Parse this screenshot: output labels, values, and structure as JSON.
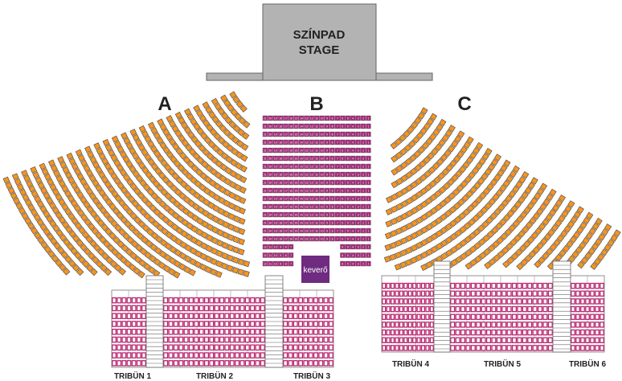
{
  "stage": {
    "line1": "SZÍNPAD",
    "line2": "STAGE"
  },
  "sections": {
    "a": "A",
    "b": "B",
    "c": "C"
  },
  "mixer": "keverő",
  "tribunes": [
    "TRIBÜN 1",
    "TRIBÜN 2",
    "TRIBÜN 3",
    "TRIBÜN 4",
    "TRIBÜN 5",
    "TRIBÜN 6"
  ],
  "section_a": {
    "rows": 26
  },
  "section_c": {
    "rows": 22
  },
  "section_b": {
    "full_rows": 16,
    "seat_numbers": [
      "21",
      "20",
      "19",
      "18",
      "17",
      "16",
      "15",
      "14",
      "13",
      "12",
      "11",
      "10",
      "9",
      "8",
      "7",
      "6",
      "5",
      "4",
      "3",
      "2",
      "1"
    ],
    "partial_rows": 3,
    "partial_left": [
      "12",
      "11",
      "10",
      "9",
      "8",
      "7"
    ],
    "partial_right": [
      "6",
      "5",
      "4",
      "3",
      "2",
      "1"
    ]
  },
  "tribune_seats": {
    "rows": 9,
    "per_section": [
      7,
      20,
      10,
      12,
      20,
      7
    ]
  },
  "colors": {
    "orange_seat": "#f7941d",
    "seat_border": "#555555",
    "pink_seat": "#b8266f",
    "b_seat": "#a8287a",
    "mixer": "#6e2b80",
    "stage": "#b3b3b3"
  }
}
